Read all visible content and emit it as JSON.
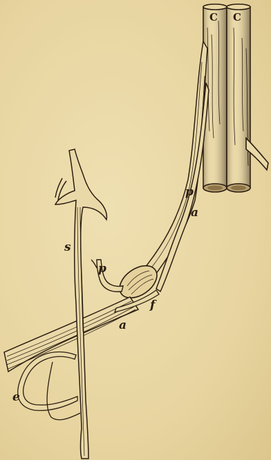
{
  "figure": {
    "labels": {
      "cord_left": "C",
      "cord_right": "C",
      "nerve_upper": "p",
      "artery_upper": "a",
      "sympathetic": "s",
      "nerve_branch": "p",
      "ganglion_f": "f",
      "artery_lower": "a",
      "branch_e": "e"
    }
  }
}
